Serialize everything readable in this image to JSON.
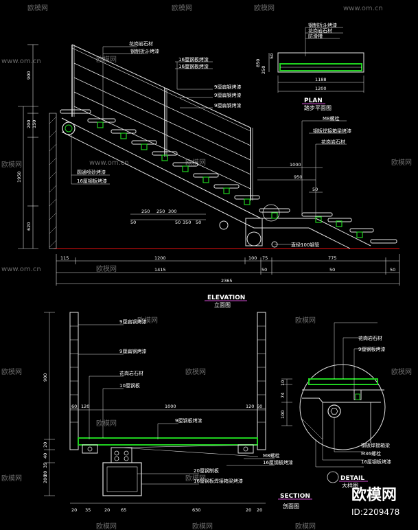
{
  "watermark": {
    "brand": "欧模网",
    "site": "www.om.cn",
    "id": "ID:2209478"
  },
  "plan": {
    "title": "PLAN",
    "subtitle": "踏步平面图",
    "labels": [
      "钢制折斗烤漆",
      "花岗岩石材",
      "防滑槽"
    ],
    "dims": [
      "1188",
      "1200",
      "850",
      "250",
      "50"
    ]
  },
  "elevation": {
    "title": "ELEVATION",
    "subtitle": "立面图",
    "labels": [
      "花岗岩石材",
      "钢制折斗烤漆",
      "16厘钢板烤漆",
      "16厘钢板烤漆",
      "9厘扁钢烤漆",
      "9厘扁钢烤漆",
      "9厘扁钢烤漆",
      "圆通喷砂烤漆",
      "16厘钢板烤漆",
      "M8螺栓",
      "钢板焊接箱梁烤漆",
      "花岗岩石材",
      "直径100钢管"
    ],
    "dims_left": [
      "900",
      "200",
      "150",
      "1950",
      "620"
    ],
    "dims_mid": [
      "250",
      "250",
      "50",
      "300",
      "50",
      "350",
      "50"
    ],
    "dims_right": [
      "1000",
      "950",
      "50"
    ],
    "dims_bottom": [
      "115",
      "1200",
      "100",
      "75",
      "775",
      "1415",
      "50",
      "50",
      "50",
      "2365"
    ]
  },
  "section": {
    "title": "SECTION",
    "subtitle": "剖面图",
    "labels": [
      "9厘扁钢烤漆",
      "9厘扁钢烤漆",
      "花岗岩石材",
      "10厘钢板",
      "9厘钢板烤漆",
      "M8螺栓",
      "16厘钢板烤漆",
      "20厘钢制板",
      "16厘钢板焊接箱梁烤漆"
    ],
    "dims": [
      "60",
      "120",
      "1000",
      "120",
      "60",
      "900",
      "20",
      "40",
      "35",
      "20",
      "200",
      "20",
      "35",
      "20",
      "65",
      "630",
      "20",
      "20"
    ]
  },
  "detail": {
    "title": "DETAIL",
    "subtitle": "大样图",
    "labels": [
      "花岗岩石材",
      "9厘钢板烤漆",
      "钢板焊接箱梁",
      "M36螺栓",
      "16厘钢板烤漆"
    ],
    "dims": [
      "10",
      "74",
      "100"
    ]
  }
}
